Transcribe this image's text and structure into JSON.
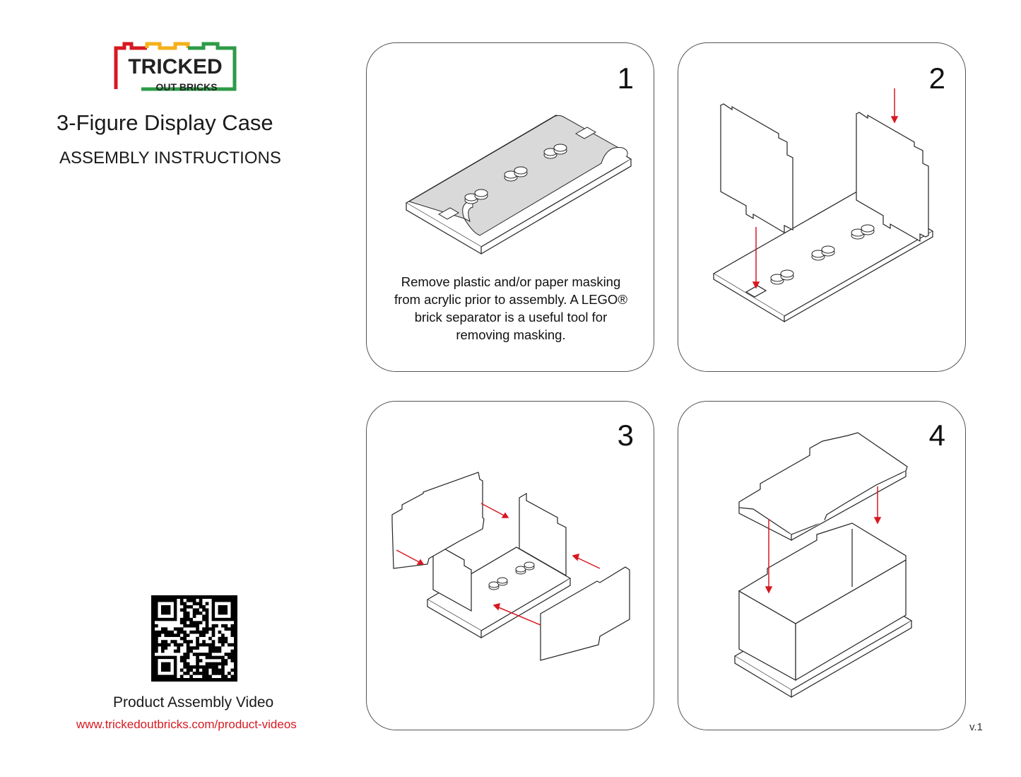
{
  "brand": {
    "logo_line1": "TRICKED",
    "logo_line2": "OUT BRICKS",
    "colors": {
      "red": "#d71920",
      "yellow": "#f5b01a",
      "green": "#2e9b47"
    }
  },
  "header": {
    "title": "3-Figure Display Case",
    "subtitle": "ASSEMBLY INSTRUCTIONS"
  },
  "steps": [
    {
      "number": "1",
      "caption": [
        "Remove plastic and/or paper masking",
        "from acrylic prior to assembly. A LEGO®",
        "brick separator is a useful tool for",
        "removing masking."
      ]
    },
    {
      "number": "2"
    },
    {
      "number": "3"
    },
    {
      "number": "4"
    }
  ],
  "footer": {
    "qr_icon": "qr-code-icon",
    "video_label": "Product Assembly Video",
    "video_url": "www.trickedoutbricks.com/product-videos",
    "version": "v.1"
  },
  "arrow_color": "#d71920"
}
